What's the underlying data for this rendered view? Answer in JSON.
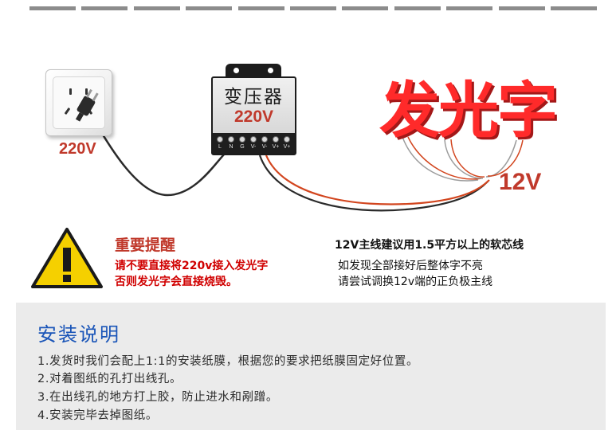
{
  "socket": {
    "voltage_label": "220V"
  },
  "transformer": {
    "title": "变压器",
    "voltage": "220V",
    "terminals": [
      "L",
      "N",
      "G",
      "V-",
      "V-",
      "V+",
      "V+"
    ]
  },
  "sign": {
    "text": "发光字",
    "voltage_label": "12V"
  },
  "warning": {
    "title": "重要提醒",
    "line1": "请不要直接将220v接入发光字",
    "line2": "否则发光字会直接烧毁。"
  },
  "note": {
    "title": "12V主线建议用1.5平方以上的软芯线",
    "line1": "如发现全部接好后整体字不亮",
    "line2": "请尝试调换12v端的正负极主线"
  },
  "install": {
    "title": "安装说明",
    "steps": [
      "1.发货时我们会配上1:1的安装纸膜，根据您的要求把纸膜固定好位置。",
      "2.对着图纸的孔打出线孔。",
      "3.在出线孔的地方打上胶，防止进水和剐蹭。",
      "4.安装完毕去掉图纸。"
    ]
  },
  "colors": {
    "accent_red": "#c0392b",
    "sign_red": "#ff2a2a",
    "title_blue": "#1a55b8",
    "warning_yellow": "#f5d000"
  },
  "icons": [
    "plug-icon",
    "warning-triangle-icon"
  ]
}
